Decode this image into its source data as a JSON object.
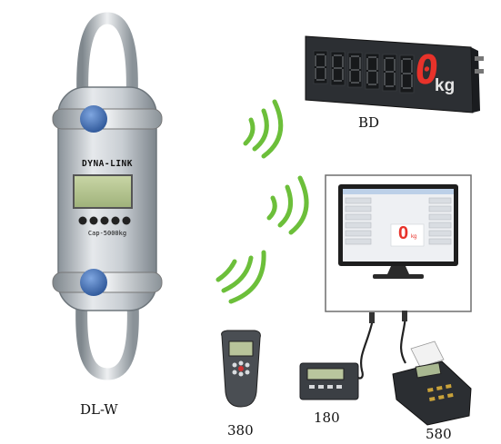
{
  "device": {
    "brand": "DYNA-LINK",
    "capacity": "Cap-5000kg"
  },
  "display_bd": {
    "reading": "0",
    "unit": "kg"
  },
  "monitor": {
    "reading": "0",
    "unit": "kg"
  },
  "captions": {
    "dynamometer": "DL-W",
    "bigdisplay": "BD",
    "handheld_380": "380",
    "indicator_180": "180",
    "printer_580": "580"
  },
  "colors": {
    "wave_green": "#6cbf3a",
    "segment_red": "#e8322a",
    "bolt_blue": "#3d6fb6"
  }
}
